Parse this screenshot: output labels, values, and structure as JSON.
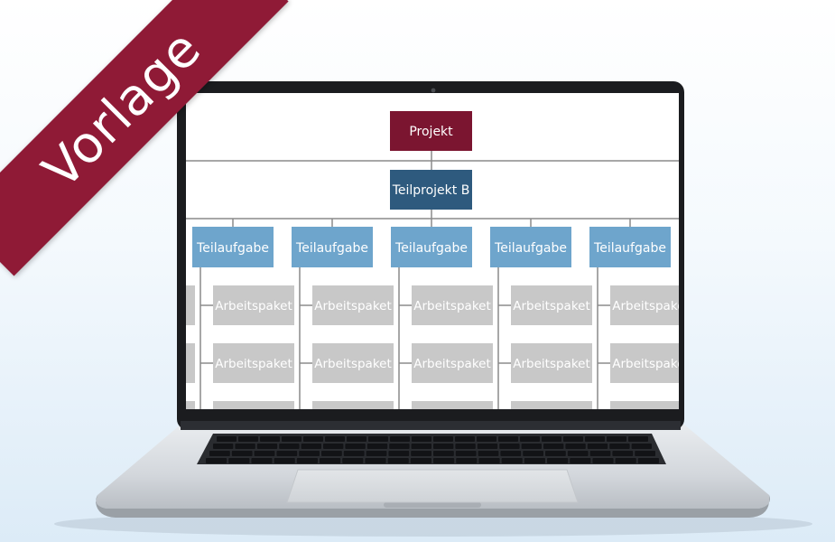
{
  "banner": {
    "label": "Vorlage"
  },
  "wbs": {
    "root": "Projekt",
    "subproject": "Teilprojekt B",
    "tasks": [
      "Teilaufgabe",
      "Teilaufgabe",
      "Teilaufgabe",
      "Teilaufgabe",
      "Teilaufgabe"
    ],
    "work_package_label": "Arbeitspaket"
  },
  "colors": {
    "root": "#7b1530",
    "subproject": "#2e5a7e",
    "task": "#6ea5cc",
    "work_package": "#c8c8c8",
    "banner": "#8f1a36"
  }
}
